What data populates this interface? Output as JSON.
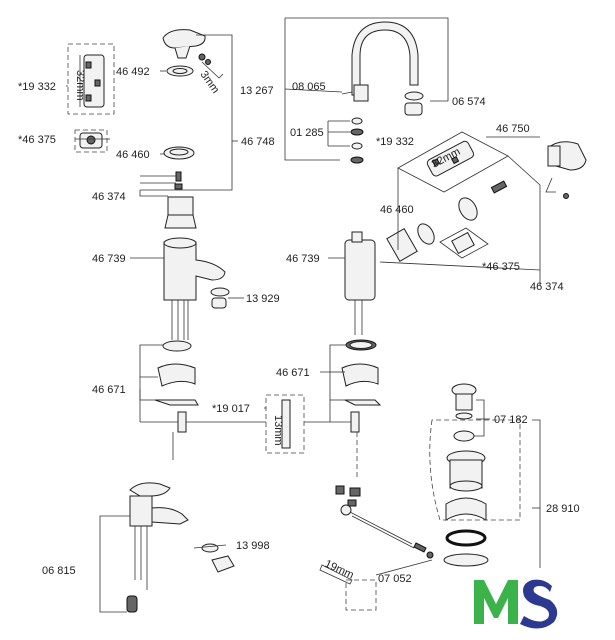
{
  "labels": {
    "l19332a": "*19 332",
    "l46492": "46 492",
    "l3mm": "3mm",
    "l32mm_a": "32mm",
    "l46375a": "*46 375",
    "l46460a": "46 460",
    "l46748": "46 748",
    "l46374a": "46 374",
    "l46739a": "46 739",
    "l13929": "13 929",
    "l46671a": "46 671",
    "l19017": "*19 017",
    "l13mm": "13mm",
    "l13267": "13 267",
    "l08065": "08 065",
    "l06574": "06 574",
    "l01285": "01 285",
    "l19332b": "*19 332",
    "l32mm_b": "32mm",
    "l46750": "46 750",
    "l46460b": "46 460",
    "l46739b": "46 739",
    "l46375b": "*46 375",
    "l46374b": "46 374",
    "l46671b": "46 671",
    "l07182": "07 182",
    "l28910": "28 910",
    "l13998": "13 998",
    "l06815": "06 815",
    "l19mm": "19mm",
    "l07052": "07 052"
  },
  "logo": {
    "text": "MS",
    "color_m": "#3cb34a",
    "color_s": "#2b3990"
  }
}
